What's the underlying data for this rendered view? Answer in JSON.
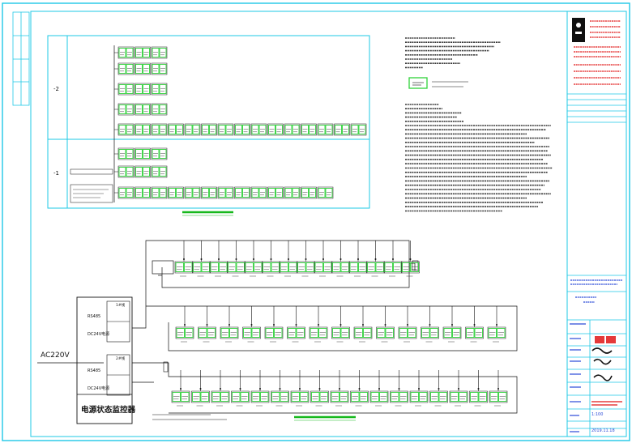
{
  "colors": {
    "frame": "#1ec8e6",
    "drawing": "#111111",
    "module_fill": "#2fd23a",
    "stamp_red": "#e01818",
    "caption_green": "#16b81c",
    "title_block_blue": "#2a4ad8",
    "logo": "#101010"
  },
  "icons": {
    "logo": "company-logo-icon",
    "fuse": "fuse-icon",
    "seal": "stamp-seal-icon",
    "signature": "handwritten-signature-icon"
  },
  "floors": {
    "upper_label": "-2",
    "lower_label": "-1"
  },
  "main_bus": {
    "supply_label": "AC220V"
  },
  "controller": {
    "title": "电源状态监控器",
    "ports": [
      {
        "group": "1#线",
        "rs485": "RS485",
        "dc": "DC24V电源"
      },
      {
        "group": "2#线",
        "rs485": "RS485",
        "dc": "DC24V电源"
      }
    ]
  },
  "module_rows": {
    "row_top_count": 14,
    "row_mid_count": 15,
    "row_bottom_count": 17
  },
  "title_block": {
    "scale_value": "1:100",
    "date_value": "2019.11.18"
  }
}
